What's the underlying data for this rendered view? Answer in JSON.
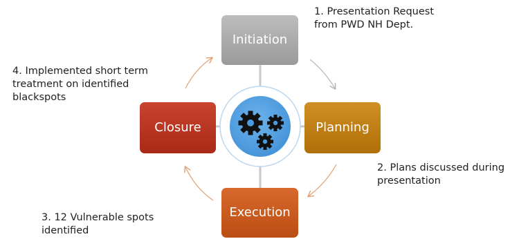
{
  "stages": {
    "initiation": {
      "label": "Initiation",
      "color": "#a3a3a3",
      "color_light": "#bdbdbd"
    },
    "planning": {
      "label": "Planning",
      "color": "#b9780c",
      "color_light": "#cf8f24"
    },
    "execution": {
      "label": "Execution",
      "color": "#c4561a",
      "color_light": "#d8692c"
    },
    "closure": {
      "label": "Closure",
      "color": "#b5311b",
      "color_light": "#c94330"
    }
  },
  "center": {
    "icon": "gears-icon",
    "color": "#4a9be0",
    "ring_color": "#bcd6f0"
  },
  "notes": {
    "initiation": [
      "1. Presentation Request",
      "from PWD NH Dept."
    ],
    "planning": [
      "2. Plans discussed during",
      "presentation"
    ],
    "execution": [
      "3. 12 Vulnerable spots",
      "identified"
    ],
    "closure": [
      "4. Implemented short term",
      "treatment on identified",
      "blackspots"
    ]
  }
}
